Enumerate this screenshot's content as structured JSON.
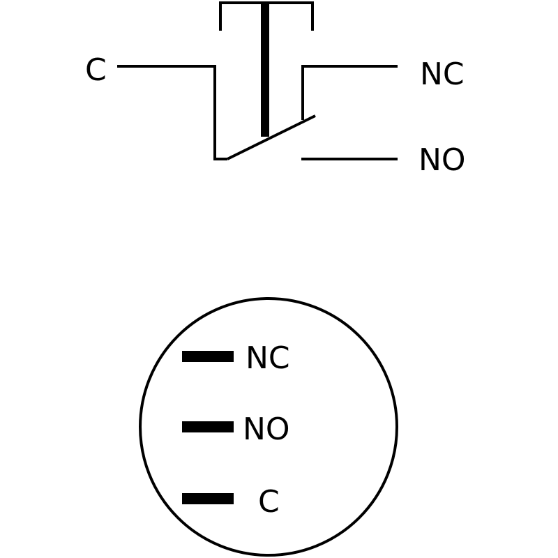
{
  "schematic": {
    "labels": {
      "common": "C",
      "normally_closed": "NC",
      "normally_open": "NO"
    }
  },
  "pinout": {
    "pins": [
      {
        "label": "NC"
      },
      {
        "label": "NO"
      },
      {
        "label": "C"
      }
    ]
  }
}
